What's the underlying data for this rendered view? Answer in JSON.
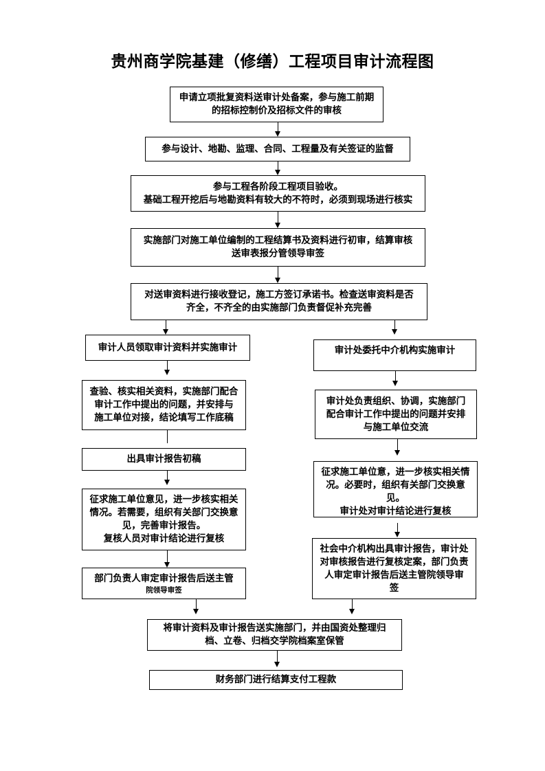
{
  "title": "贵州商学院基建（修缮）工程项目审计流程图",
  "main_flow": {
    "step1": [
      "申请立项批复资料送审计处备案，参与施工前期",
      "的招标控制价及招标文件的审核"
    ],
    "step2": [
      "参与设计、地勘、监理、合同、工程量及有关签证的监督"
    ],
    "step3": [
      "参与工程各阶段工程项目验收。",
      "基础工程开挖后与地勘资料有较大的不符时，必须到现场进行核实"
    ],
    "step4": [
      "实施部门对施工单位编制的工程结算书及资料进行初审，结算审核",
      "送审表报分管领导审签"
    ],
    "step5": [
      "对送审资料进行接收登记，施工方签订承诺书。检查送审资料是否",
      "齐全，不齐全的由实施部门负责督促补充完善"
    ]
  },
  "left_branch": {
    "step1": [
      "审计人员领取审计资料并实施审计"
    ],
    "step2": [
      "查验、核实相关资料，实施部门配合",
      "审计工作中提出的问题，并安排与",
      "施工单位对接，结论填写工作底稿"
    ],
    "step3": [
      "出具审计报告初稿"
    ],
    "step4": [
      "征求施工单位意见，进一步核实相关",
      "情况。若需要，组织有关部门交换意",
      "见，完善审计报告。",
      "复核人员对审计结论进行复核"
    ],
    "step5": [
      "部门负责人审定审计报告后送主管",
      "院领导审签"
    ]
  },
  "right_branch": {
    "step1": [
      "审计处委托中介机构实施审计"
    ],
    "step2": [
      "审计处负责组织、协调，实施部门",
      "配合审计工作中提出的问题并安排",
      "与施工单位交流"
    ],
    "step3": [
      "征求施工单位意，进一步核实相关情",
      "况。必要时，组织有关部门交换意见。",
      "审计处对审计结论进行复核"
    ],
    "step4": [
      "社会中介机构出具审计报告，审计处",
      "对审核报告进行复核定案，部门负责",
      "人审定审计报告后送主管院领导审",
      "签"
    ]
  },
  "final_flow": {
    "step1": [
      "将审计资料及审计报告送实施部门，并由国资处整理归",
      "档、立卷、归档交学院档案室保管"
    ],
    "step2": [
      "财务部门进行结算支付工程款"
    ]
  }
}
